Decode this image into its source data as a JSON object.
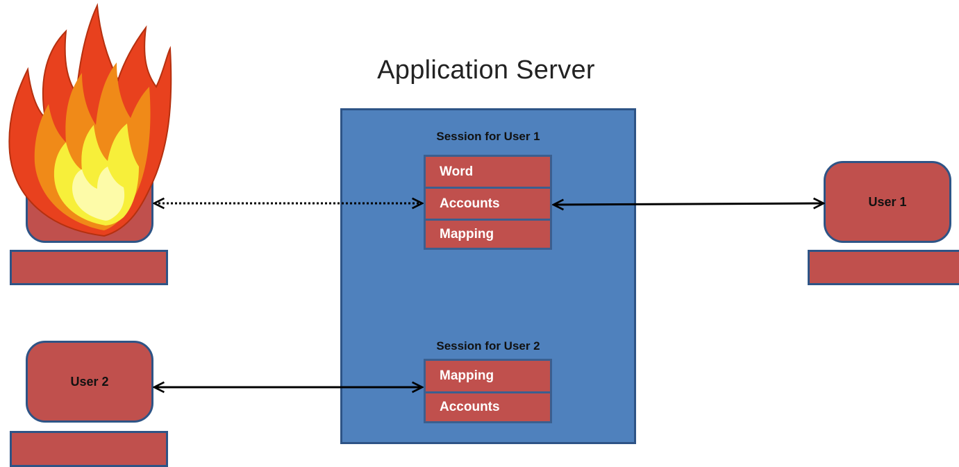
{
  "diagram": {
    "title": "Application Server",
    "sessions": [
      {
        "label": "Session for User 1",
        "items": [
          "Word",
          "Accounts",
          "Mapping"
        ]
      },
      {
        "label": "Session for User 2",
        "items": [
          "Mapping",
          "Accounts"
        ]
      }
    ],
    "computers": {
      "compromised": {
        "label": ""
      },
      "user1": {
        "label": "User 1"
      },
      "user2": {
        "label": "User 2"
      }
    },
    "colors": {
      "server_fill": "#4f81bd",
      "box_fill": "#c0504d",
      "outline": "#2e5486",
      "flame_outer": "#e8411e",
      "flame_mid": "#f08a18",
      "flame_inner": "#f7ef3a"
    }
  }
}
